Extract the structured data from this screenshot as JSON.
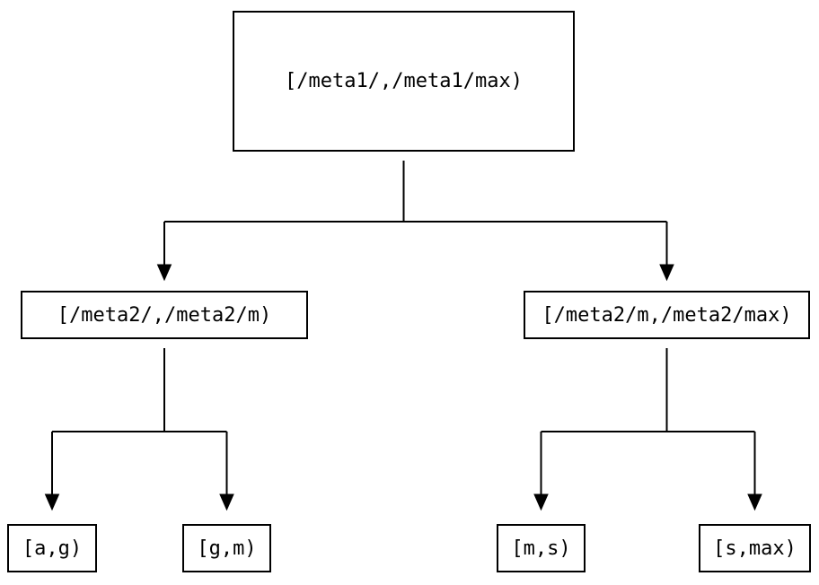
{
  "colors": {
    "background": "#ffffff",
    "line": "#000000",
    "box_border": "#000000",
    "box_fill": "#ffffff",
    "text": "#000000"
  },
  "diagram": {
    "type": "tree",
    "root": {
      "label": "[/meta1/,/meta1/max)"
    },
    "level2": [
      {
        "label": "[/meta2/,/meta2/m)"
      },
      {
        "label": "[/meta2/m,/meta2/max)"
      }
    ],
    "leaves": [
      {
        "label": "[a,g)"
      },
      {
        "label": "[g,m)"
      },
      {
        "label": "[m,s)"
      },
      {
        "label": "[s,max)"
      }
    ],
    "edges": [
      {
        "from": "root",
        "to": "level2.0"
      },
      {
        "from": "root",
        "to": "level2.1"
      },
      {
        "from": "level2.0",
        "to": "leaves.0"
      },
      {
        "from": "level2.0",
        "to": "leaves.1"
      },
      {
        "from": "level2.1",
        "to": "leaves.2"
      },
      {
        "from": "level2.1",
        "to": "leaves.3"
      }
    ]
  }
}
